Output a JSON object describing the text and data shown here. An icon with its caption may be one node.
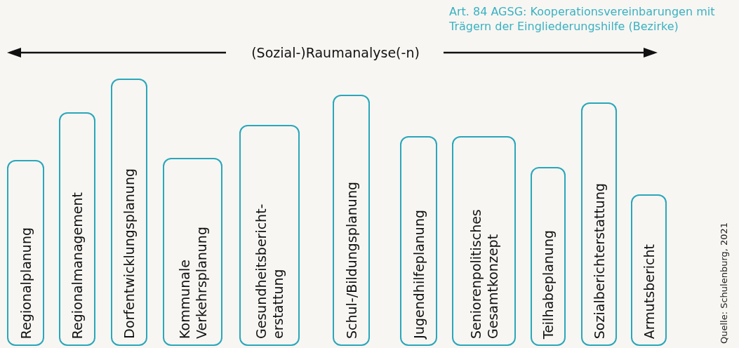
{
  "diagram": {
    "nodes": [
      {
        "text": [
          "Regionalplanung"
        ]
      },
      {
        "text": [
          "Regionalmanagement"
        ]
      },
      {
        "text": [
          "Dorfentwicklungsplanung"
        ]
      },
      {
        "text": [
          "Kommunale Verkehrsplanung"
        ]
      },
      {
        "text": [
          "Gesundheitsbericht- erstattung"
        ]
      },
      {
        "text": [
          "Schul-/Bildungsplanung"
        ]
      },
      {
        "text": [
          "Jugendhilfeplanung"
        ]
      },
      {
        "text": [
          "Seniorenpolitisches Gesamtkonzept"
        ]
      },
      {
        "text": [
          "Teilhabeplanung"
        ]
      },
      {
        "text": [
          "Sozialberichterstattung"
        ]
      },
      {
        "text": [
          "Armutsbericht"
        ]
      }
    ],
    "labels": [
      "Art. 84 AGSG: Kooperationsvereinbarungen mit Trägern der Eingliederungshilfe (Bezirke)",
      "(Sozial-)Raumanalyse(-n)",
      "Quelle: Schulenburg, 2021"
    ]
  }
}
